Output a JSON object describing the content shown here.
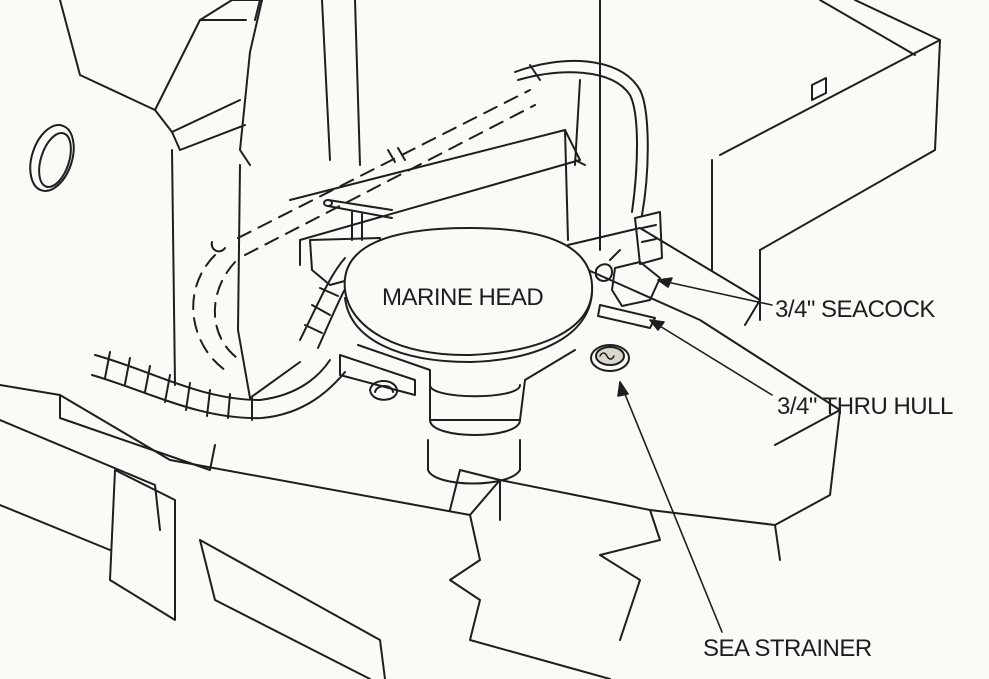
{
  "labels": {
    "marine_head": "MARINE HEAD",
    "seacock": "3/4\" SEACOCK",
    "thru_hull": "3/4\" THRU HULL",
    "sea_strainer": "SEA STRAINER"
  },
  "colors": {
    "line": "#1e1e1e",
    "paper": "#fbfaf6",
    "shade": "#d9d6cc"
  }
}
